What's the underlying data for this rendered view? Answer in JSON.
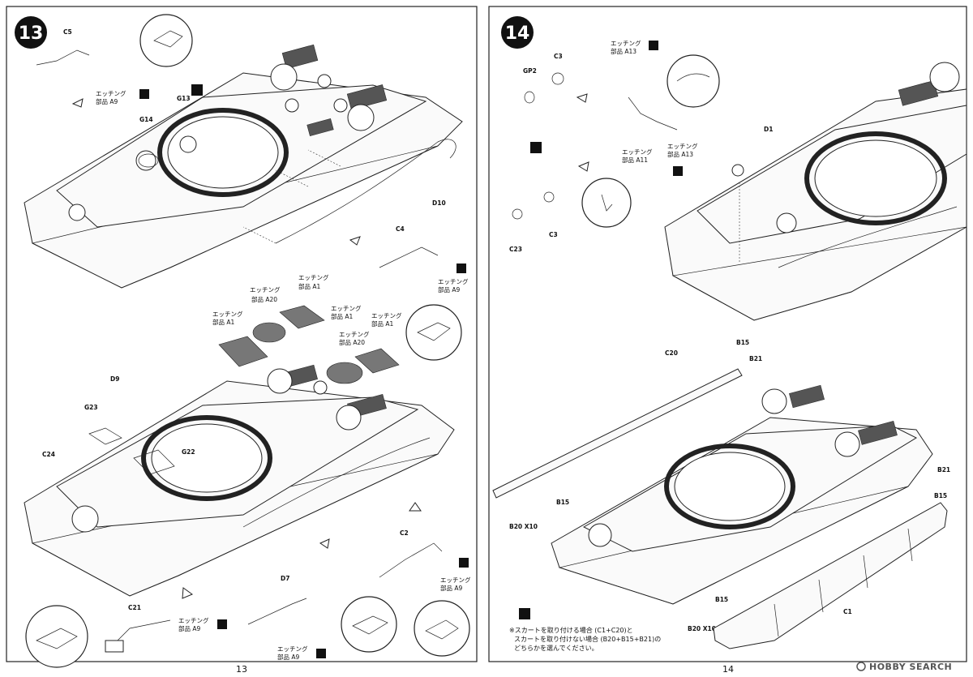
{
  "page_left": {
    "page_number": "13",
    "step": "13",
    "parts": {
      "c5": "C5",
      "g13": "G13",
      "g14": "G14",
      "d10": "D10",
      "c4": "C4",
      "d9": "D9",
      "g23": "G23",
      "g22": "G22",
      "c24": "C24",
      "c2": "C2",
      "d7": "D7",
      "c21": "C21"
    },
    "etching_callouts": [
      {
        "line1": "エッチング",
        "line2": "部品 A9"
      },
      {
        "line1": "エッチング",
        "line2": "部品 A9"
      },
      {
        "line1": "エッチング",
        "line2": "部品 A1"
      },
      {
        "line1": "エッチング",
        "line2": "部品 A20"
      },
      {
        "line1": "エッチング",
        "line2": "部品 A1"
      },
      {
        "line1": "エッチング",
        "line2": "部品 A1"
      },
      {
        "line1": "エッチング",
        "line2": "部品 A20"
      },
      {
        "line1": "エッチング",
        "line2": "部品 A1"
      },
      {
        "line1": "エッチング",
        "line2": "部品 A9"
      },
      {
        "line1": "エッチング",
        "line2": "部品 A9"
      },
      {
        "line1": "エッチング",
        "line2": "部品 A9"
      }
    ]
  },
  "page_right": {
    "page_number": "14",
    "step": "14",
    "parts": {
      "gp2": "GP2",
      "c3a": "C3",
      "c3b": "C3",
      "c23": "C23",
      "d1": "D1",
      "c20": "C20",
      "b15a": "B15",
      "b21a": "B21",
      "b21b": "B21",
      "b15b": "B15",
      "b15c": "B15",
      "b20a": "B20 X10",
      "b15d": "B15",
      "b20b": "B20 X10",
      "c1": "C1"
    },
    "etching_callouts": [
      {
        "line1": "エッチング",
        "line2": "部品 A13"
      },
      {
        "line1": "エッチング",
        "line2": "部品 A11"
      },
      {
        "line1": "エッチング",
        "line2": "部品 A13"
      }
    ],
    "note": {
      "line1": "※スカートを取り付ける場合 (C1+C20)と",
      "line2": "スカートを取り付けない場合 (B20+B15+B21)の",
      "line3": "どちらかを選んでください。"
    }
  },
  "watermark": "HOBBY SEARCH",
  "colors": {
    "ink": "#111111",
    "paper": "#ffffff",
    "grille": "#555555"
  }
}
